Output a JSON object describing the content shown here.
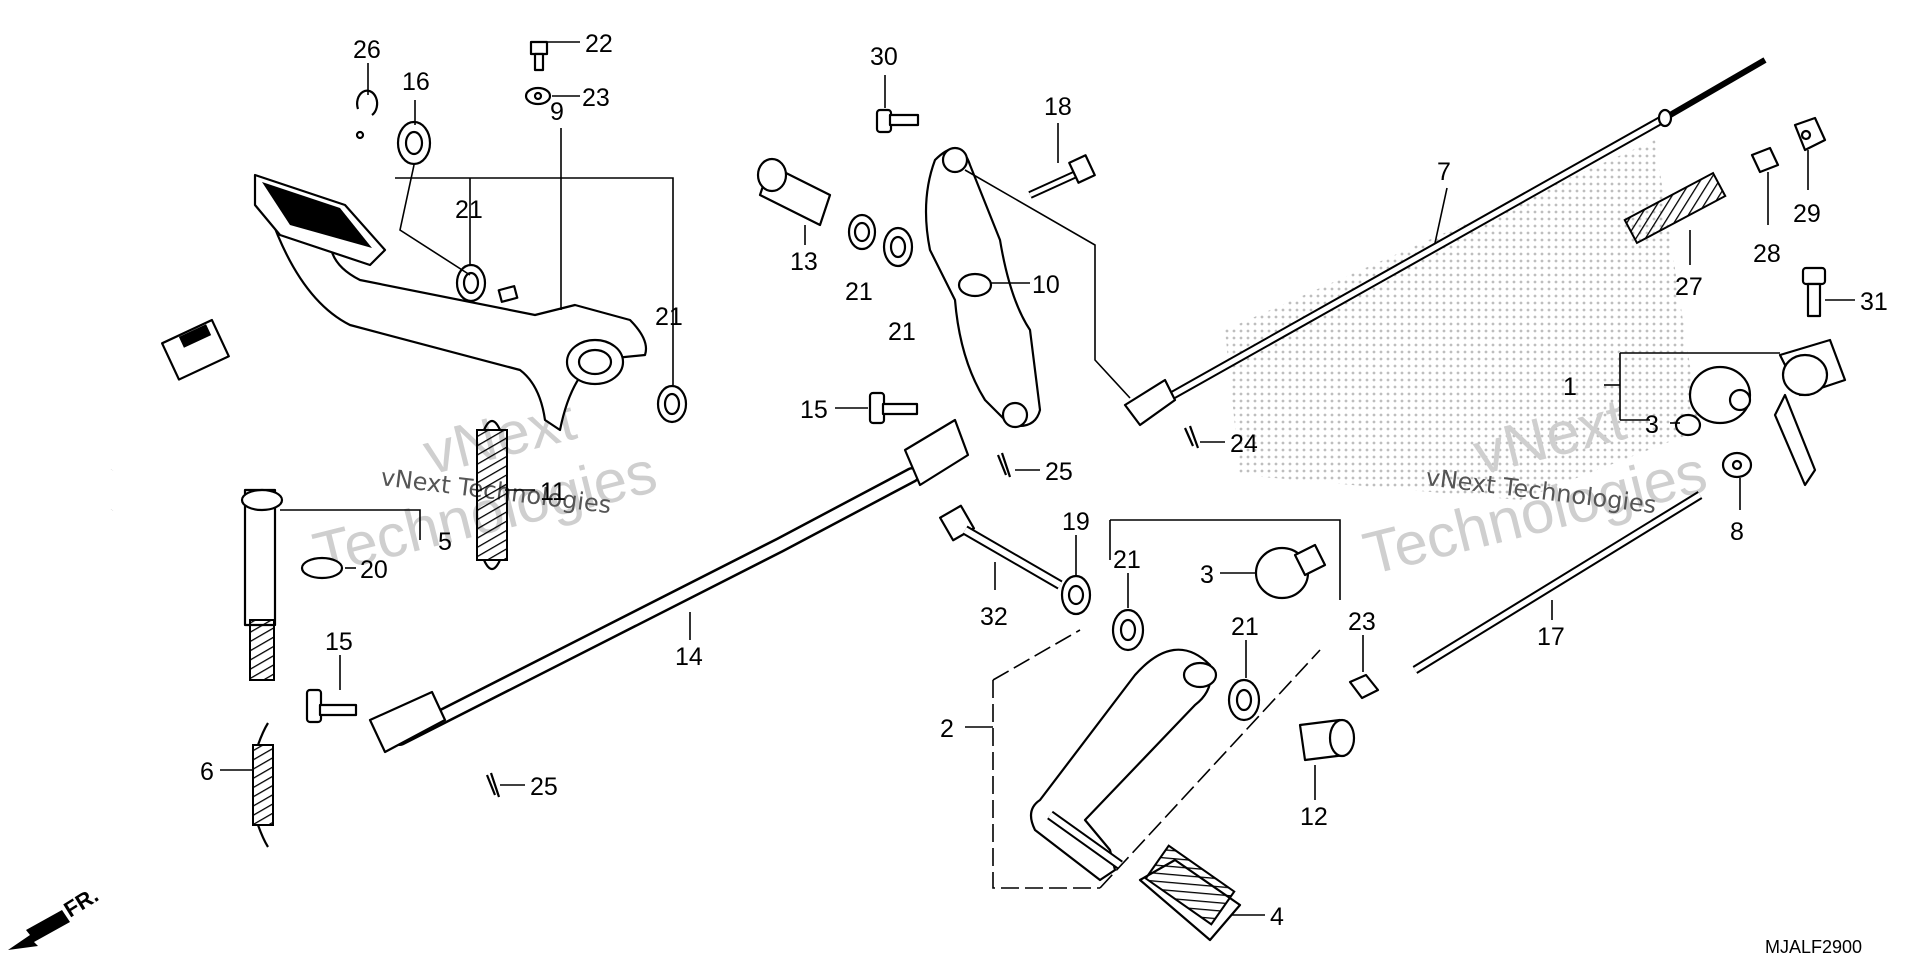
{
  "diagram": {
    "part_code": "MJALF2900",
    "front_marker": "FR.",
    "watermark_brand": "vNext",
    "watermark_sub": "Technologies",
    "watermark_inline": "vNext Technologies",
    "callouts": {
      "c1": "1",
      "c2": "2",
      "c3a": "3",
      "c3b": "3",
      "c4": "4",
      "c5": "5",
      "c6": "6",
      "c7": "7",
      "c8": "8",
      "c9": "9",
      "c10": "10",
      "c11": "11",
      "c12": "12",
      "c13": "13",
      "c14": "14",
      "c15a": "15",
      "c15b": "15",
      "c16": "16",
      "c17": "17",
      "c18": "18",
      "c19": "19",
      "c20": "20",
      "c21a": "21",
      "c21b": "21",
      "c21c": "21",
      "c21d": "21",
      "c21e": "21",
      "c21f": "21",
      "c22": "22",
      "c23a": "23",
      "c23b": "23",
      "c24": "24",
      "c25a": "25",
      "c25b": "25",
      "c26": "26",
      "c27": "27",
      "c28": "28",
      "c29": "29",
      "c30": "30",
      "c31": "31",
      "c32": "32"
    },
    "colors": {
      "line": "#000000",
      "watermark": "#cfcfcf",
      "dots": "#888888"
    }
  }
}
